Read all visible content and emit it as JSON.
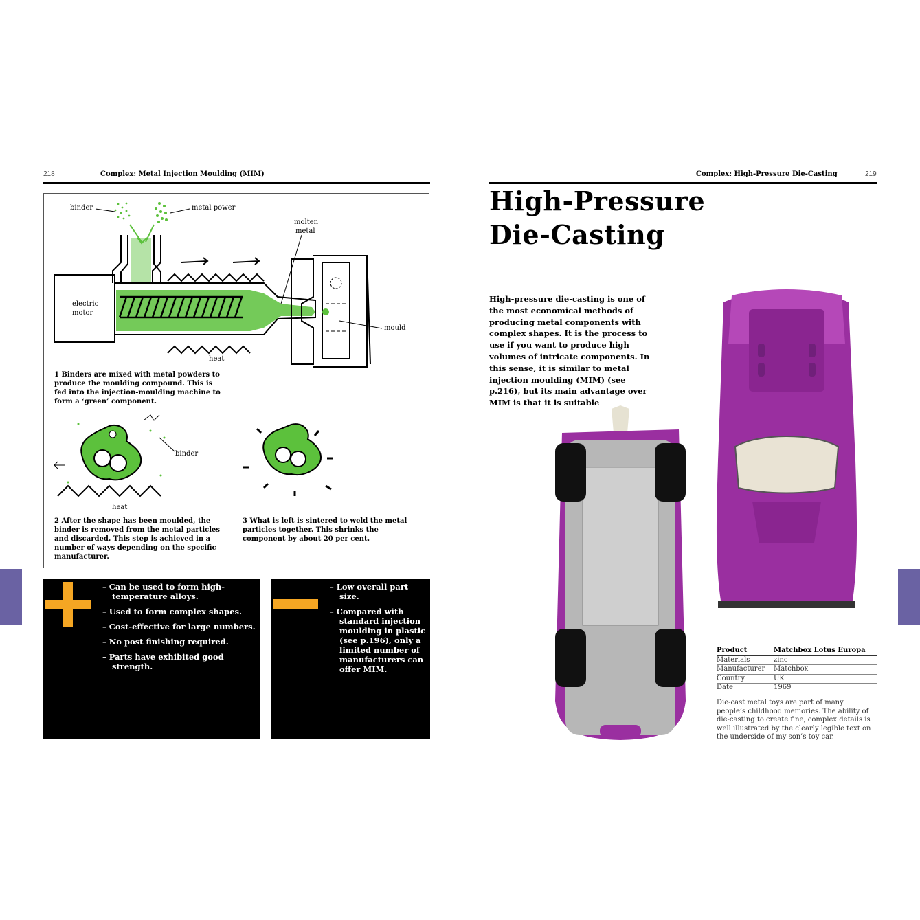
{
  "left_page": {
    "page_number": "218",
    "running_head": "Complex: Metal Injection Moulding (MIM)",
    "diagram_labels": {
      "binder": "binder",
      "metal_powder": "metal power",
      "molten_metal_1": "molten",
      "molten_metal_2": "metal",
      "electric_motor_1": "electric",
      "electric_motor_2": "motor",
      "mould": "mould",
      "heat_1": "heat",
      "binder_2": "binder",
      "heat_2": "heat"
    },
    "steps": [
      "1  Binders are mixed with metal powders to produce the moulding compound. This is fed into the injection-moulding machine to form a ‘green’ component.",
      "2  After the shape has been moulded, the binder is removed from the metal particles and discarded. This step is achieved in a number of ways depending on the specific manufacturer.",
      "3  What is left is sintered to weld the metal particles together. This shrinks the component by about 20 per cent."
    ],
    "pros": [
      "–  Can be used to form high-temperature alloys.",
      "–  Used to form complex shapes.",
      "–  Cost-effective for large numbers.",
      "–  No post finishing required.",
      "–  Parts have exhibited good strength."
    ],
    "cons": [
      "–  Low overall part size.",
      "–  Compared with standard injection moulding in plastic (see p.196), only a limited number of manufacturers can offer MIM."
    ],
    "colors": {
      "accent": "#f5a623",
      "diagram_green": "#5cc13c",
      "side_tab": "#6a62a3"
    }
  },
  "right_page": {
    "page_number": "219",
    "running_head": "Complex: High-Pressure Die-Casting",
    "title_line_1": "High-Pressure",
    "title_line_2": "Die-Casting",
    "intro": "High-pressure die-casting is one of the most economical methods of producing metal components with complex shapes. It is the process to use if you want to produce high volumes of intricate components. In this sense, it is similar to metal injection moulding (MIM) (see p.216), but its main advantage over MIM is that it is suitable",
    "spec_table": [
      {
        "key": "Product",
        "value": "Matchbox Lotus Europa"
      },
      {
        "key": "Materials",
        "value": "zinc"
      },
      {
        "key": "Manufacturer",
        "value": "Matchbox"
      },
      {
        "key": "Country",
        "value": "UK"
      },
      {
        "key": "Date",
        "value": "1969"
      }
    ],
    "caption": "Die-cast metal toys are part of many people’s childhood memories. The ability of die-casting to create fine, complex details is well illustrated by the clearly legible text on the underside of my son’s toy car.",
    "car_color": "#9a2fa0"
  }
}
